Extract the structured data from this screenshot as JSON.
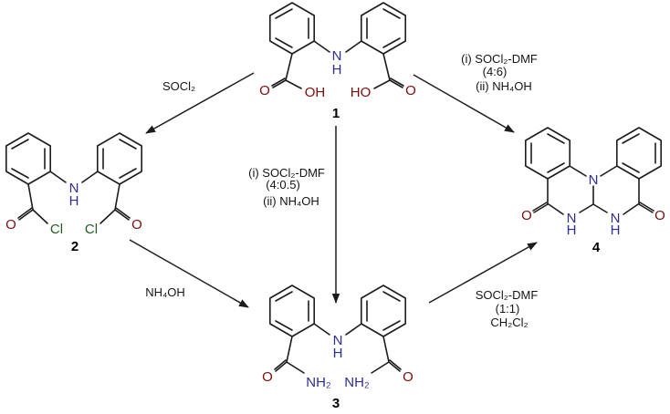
{
  "compounds": {
    "c1": {
      "number": "1",
      "atoms": {
        "n": "N",
        "h": "H",
        "o_left": "O",
        "oh_left": "OH",
        "ho_right": "HO",
        "o_right": "O"
      }
    },
    "c2": {
      "number": "2",
      "atoms": {
        "n": "N",
        "h": "H",
        "o_left": "O",
        "cl_left": "Cl",
        "cl_right": "Cl",
        "o_right": "O"
      }
    },
    "c3": {
      "number": "3",
      "atoms": {
        "n": "N",
        "h": "H",
        "o_left": "O",
        "nh2_left": "NH₂",
        "nh2_right": "NH₂",
        "o_right": "O"
      }
    },
    "c4": {
      "number": "4",
      "atoms": {
        "n_center": "N",
        "n_left": "N",
        "h_left": "H",
        "n_right": "N",
        "h_right": "H",
        "o_left": "O",
        "o_right": "O"
      }
    }
  },
  "reactions": {
    "one_to_two": {
      "reagent": "SOCl₂"
    },
    "one_to_three": {
      "step1": "(i) SOCl₂-DMF",
      "ratio": "(4:0.5)",
      "step2": "(ii) NH₄OH"
    },
    "one_to_four": {
      "step1": "(i) SOCl₂-DMF",
      "ratio": "(4:6)",
      "step2": "(ii) NH₄OH"
    },
    "two_to_three": {
      "reagent": "NH₄OH"
    },
    "three_to_four": {
      "reagent": "SOCl₂-DMF",
      "ratio": "(1:1)",
      "solvent": "CH₂Cl₂"
    }
  },
  "colors": {
    "bond": "#1c1c1c",
    "oxygen": "#7a0c0c",
    "nitrogen": "#2e2e8f",
    "chlorine": "#1f5c1f",
    "number": "#000000"
  }
}
